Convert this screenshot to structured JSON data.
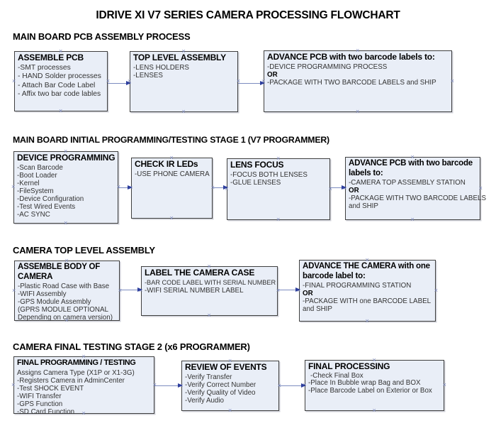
{
  "title": "IDRIVE XI V7 SERIES CAMERA PROCESSING FLOWCHART",
  "icons": {
    "connection_point": "×"
  },
  "colors": {
    "box_fill": "#e9eef7",
    "box_border": "#3f3f3f",
    "arrow_line": "#7c8cc0",
    "arrow_head": "#2e3f9e",
    "connection_point": "#7b87bb",
    "heading_text": "#000000",
    "body_text": "#333333"
  },
  "sections": [
    {
      "heading": "MAIN BOARD PCB ASSEMBLY PROCESS",
      "boxes": [
        {
          "title": "ASSEMBLE PCB",
          "lines": [
            "-SMT processes",
            "- HAND Solder processes",
            "- Attach Bar Code Label",
            "- Affix two bar code lables"
          ]
        },
        {
          "title": "TOP LEVEL ASSEMBLY",
          "lines": [
            "-LENS HOLDERS",
            "-LENSES"
          ]
        },
        {
          "title": "ADVANCE PCB with two barcode labels to:",
          "lines": [
            "-DEVICE PROGRAMMING PROCESS",
            "OR",
            "-PACKAGE WITH TWO BARCODE LABELS and SHIP"
          ]
        }
      ]
    },
    {
      "heading": "MAIN BOARD INITIAL PROGRAMMING/TESTING STAGE 1 (V7 PROGRAMMER)",
      "boxes": [
        {
          "title": "DEVICE PROGRAMMING",
          "lines": [
            "-Scan Barcode",
            "-Boot Loader",
            "-Kernel",
            "-FileSystem",
            "-Device Configuration",
            "-Test Wired Events",
            "-AC SYNC"
          ]
        },
        {
          "title": "CHECK IR LEDs",
          "lines": [
            "-USE PHONE CAMERA"
          ]
        },
        {
          "title": "LENS FOCUS",
          "lines": [
            "-FOCUS BOTH LENSES",
            "-GLUE LENSES"
          ]
        },
        {
          "title": "ADVANCE PCB with two barcode labels to:",
          "lines": [
            "-CAMERA TOP ASSEMBLY STATION",
            "OR",
            "-PACKAGE WITH TWO BARCODE LABELS",
            "and SHIP"
          ]
        }
      ]
    },
    {
      "heading": "CAMERA TOP LEVEL ASSEMBLY",
      "boxes": [
        {
          "title": "ASSEMBLE BODY OF CAMERA",
          "lines": [
            "-Plastic Road Case with Base",
            "-WIFI Assembly",
            "-GPS Module Assembly",
            "(GPRS MODULE OPTIONAL",
            "Depending on camera version)"
          ]
        },
        {
          "title": "LABEL THE CAMERA CASE",
          "lines": [
            "-BAR CODE LABEL WITH SERIAL NUMBER",
            "-WIFI SERIAL NUMBER LABEL"
          ]
        },
        {
          "title": "ADVANCE THE CAMERA with one barcode label to:",
          "lines": [
            "-FINAL PROGRAMMING STATION",
            "OR",
            "-PACKAGE WITH one BARCODE LABEL",
            "and SHIP"
          ]
        }
      ]
    },
    {
      "heading": "CAMERA FINAL TESTING STAGE 2 (x6 PROGRAMMER)",
      "boxes": [
        {
          "title": "FINAL PROGRAMMING / TESTING",
          "lines": [
            "Assigns Camera Type (X1P or X1-3G)",
            "-Registers Camera in AdminCenter",
            "-Test SHOCK EVENT",
            "-WIFI Transfer",
            "-GPS Function",
            "-SD Card Function"
          ]
        },
        {
          "title": "REVIEW OF EVENTS",
          "lines": [
            "-Verify Transfer",
            "-Verify Correct Number",
            "-Verify Quality of Video",
            "-Verify Audio"
          ]
        },
        {
          "title": "FINAL PROCESSING",
          "lines": [
            "-Check Final Box",
            "-Place In Bubble wrap Bag and BOX",
            "-Place Barcode Label on Exterior or Box"
          ]
        }
      ]
    }
  ]
}
